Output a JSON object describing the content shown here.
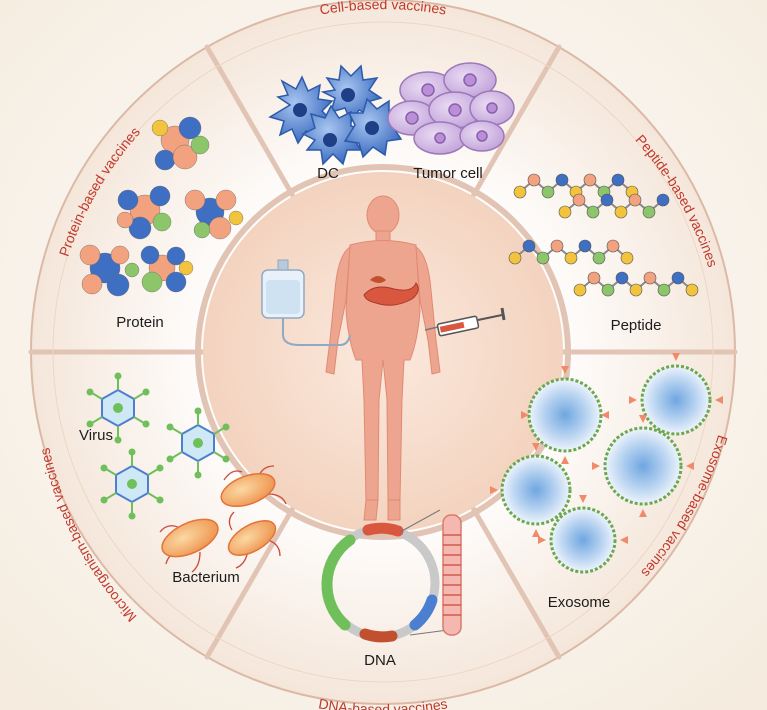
{
  "center": {
    "figure": "human-body-with-pancreas",
    "drip": "iv-drip-bag",
    "syringe": "syringe"
  },
  "colors": {
    "title": "#c0392b",
    "divider": "#e2c4b4",
    "ring_fill": "#fbf1ea",
    "core": "#f7dccb",
    "body": "#eea58f"
  },
  "segments": {
    "cell": {
      "title": "Cell-based vaccines",
      "label_1": "DC",
      "label_2": "Tumor cell"
    },
    "peptide": {
      "title": "Peptide-based vaccines",
      "label": "Peptide"
    },
    "exosome": {
      "title": "Exosome-based vaccines",
      "label": "Exosome"
    },
    "dna": {
      "title": "DNA-based vaccines",
      "label": "DNA"
    },
    "micro": {
      "title": "Microorganism-based vaccines",
      "label_1": "Virus",
      "label_2": "Bacterium"
    },
    "protein": {
      "title": "Protein-based vaccines",
      "label": "Protein"
    }
  }
}
